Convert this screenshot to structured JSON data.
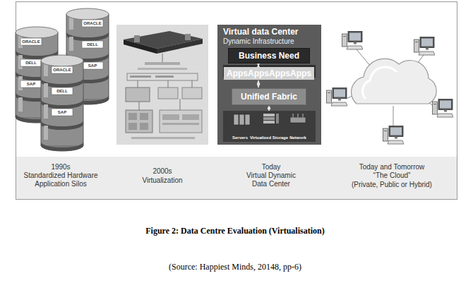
{
  "diagram": {
    "caption": "Figure 2: Data Centre Evaluation (Virtualisation)",
    "nodes": [
      {
        "text": [
          "Virtual data Center",
          "Dynamic Infrastructure"
        ]
      },
      {
        "text": [
          "Business Need"
        ],
        "in": 0
      },
      {
        "text": [
          "Apps"
        ],
        "in": 0
      },
      {
        "text": [
          "Apps"
        ],
        "in": 0
      },
      {
        "text": [
          "Apps"
        ],
        "in": 0
      },
      {
        "text": [
          "Apps"
        ],
        "in": 0
      },
      {
        "text": [
          "Unified Fabric"
        ],
        "in": 0
      },
      {
        "text": [
          "Servers"
        ],
        "in": 0
      },
      {
        "text": [
          "Virtualized Storage"
        ],
        "in": 0
      },
      {
        "text": [
          "Network"
        ],
        "in": 0
      }
    ],
    "edges": [
      {
        "from": 1,
        "to": 3,
        "arrow": "both"
      },
      {
        "from": 3,
        "to": 6,
        "arrow": "both"
      },
      {
        "from": 6,
        "to": 8,
        "arrow": "both"
      }
    ],
    "labels": [
      "ORACLE",
      "DELL",
      "SAP",
      "ORACLE",
      "DELL",
      "SAP",
      "ORACLE",
      "DELL",
      "SAP",
      "1990s",
      "Standardized Hardware",
      "Application Silos",
      "2000s",
      "Virtualization",
      "Today",
      "Virtual Dynamic",
      "Data Center",
      "Today and Tomorrow",
      "“The Cloud”",
      "(Private, Public or Hybrid)",
      "(Source: Happiest Minds, 20148, pp-6)"
    ]
  }
}
